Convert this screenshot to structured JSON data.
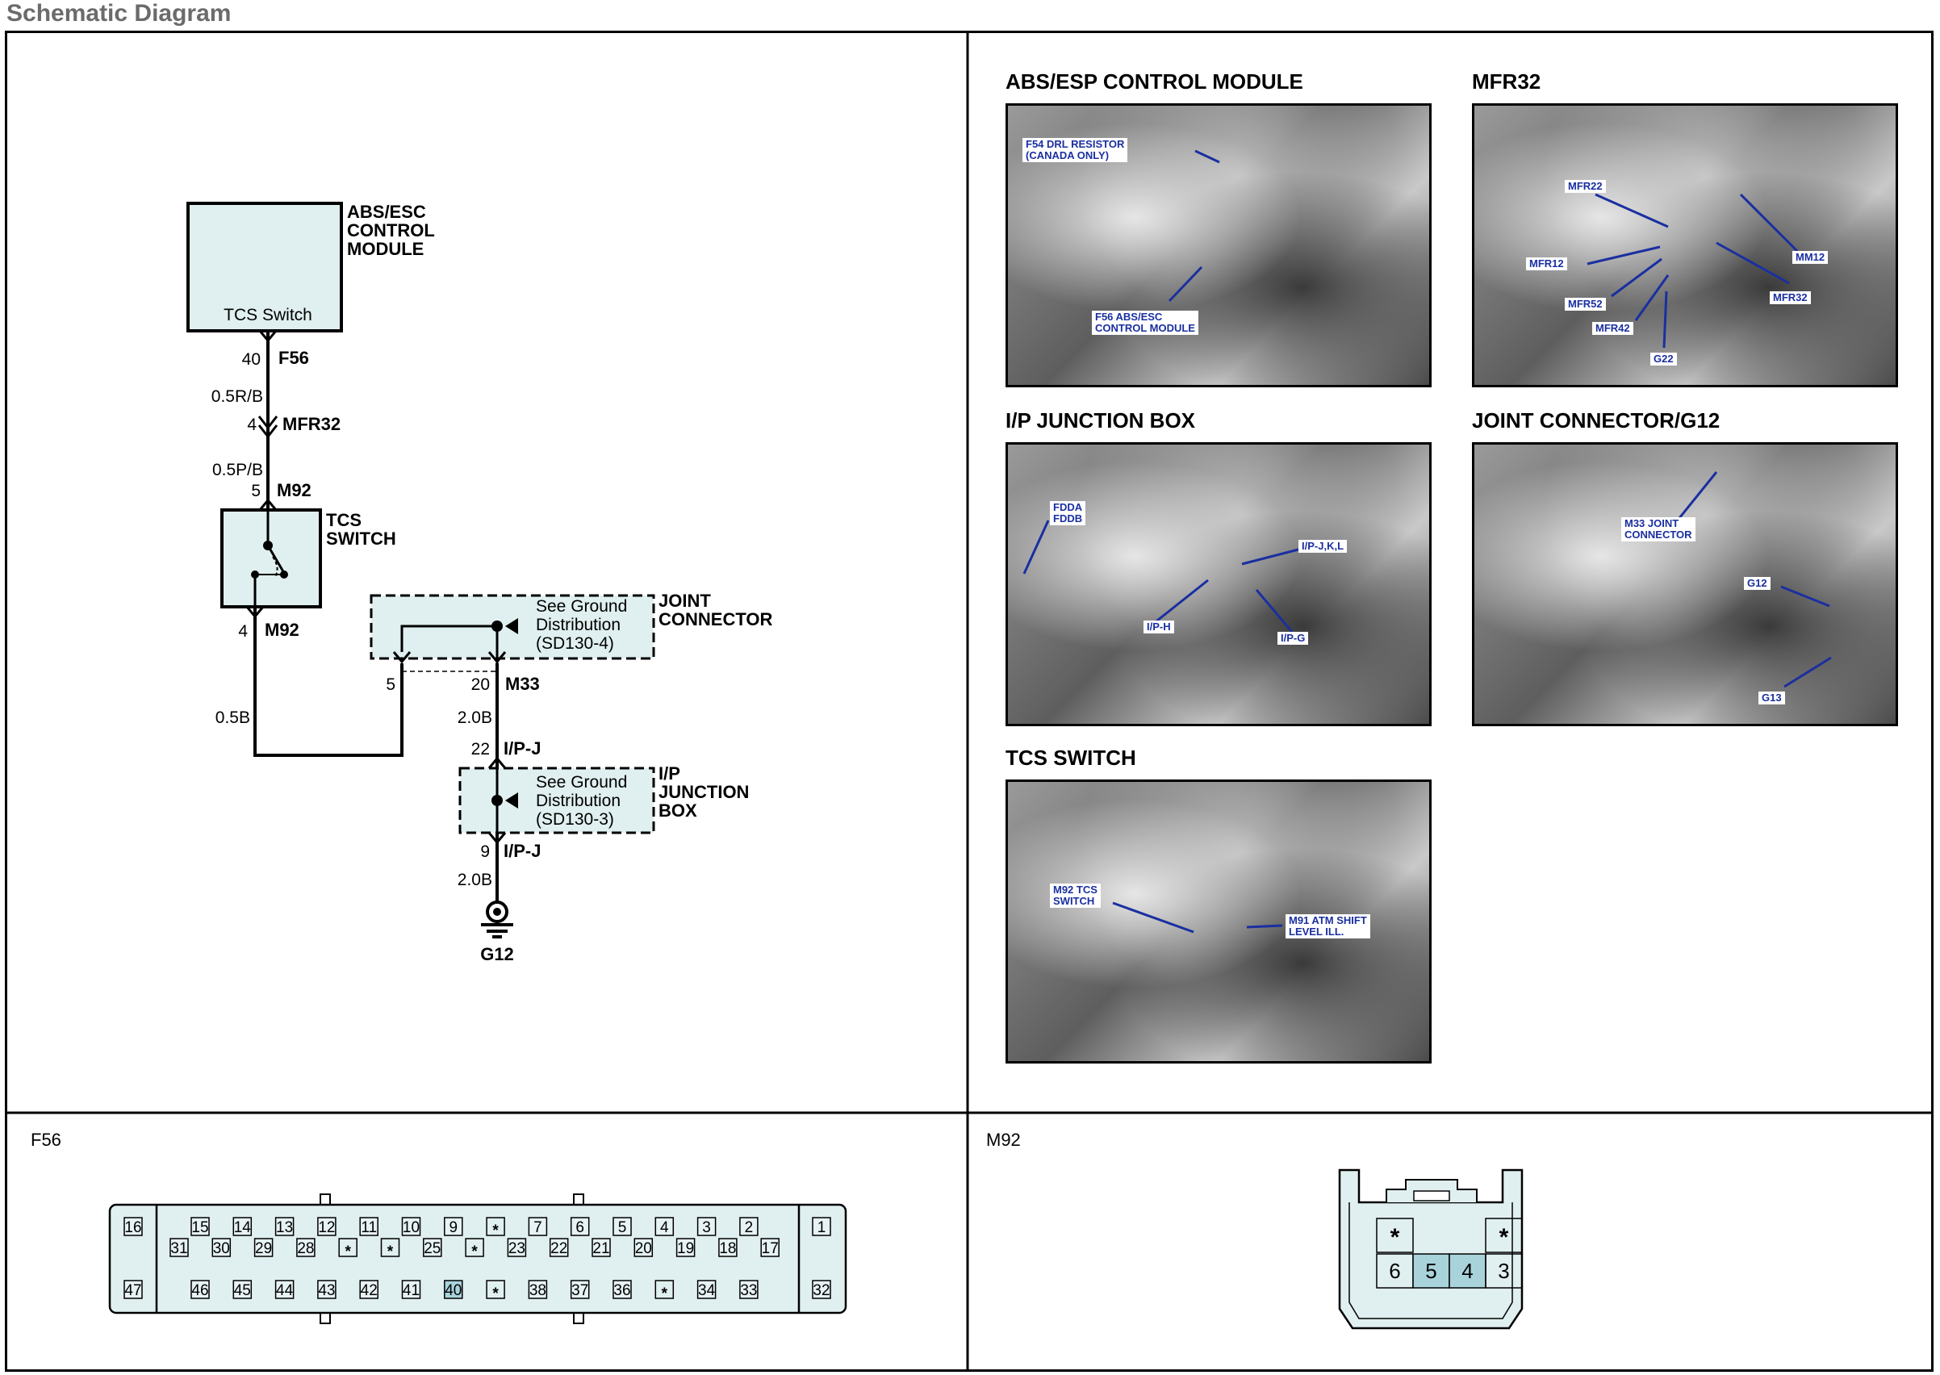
{
  "page_title": "Schematic Diagram",
  "schematic": {
    "abs_module": {
      "name_lines": [
        "ABS/ESC",
        "CONTROL",
        "MODULE"
      ],
      "inner_label": "TCS Switch",
      "pin": "40",
      "connector": "F56"
    },
    "wire_1": {
      "spec": "0.5R/B"
    },
    "mfr32": {
      "pin": "4",
      "connector": "MFR32"
    },
    "wire_2": {
      "spec": "0.5P/B"
    },
    "m92_top": {
      "pin": "5",
      "connector": "M92"
    },
    "tcs_switch": {
      "name_lines": [
        "TCS",
        "SWITCH"
      ]
    },
    "m92_bottom": {
      "pin": "4",
      "connector": "M92"
    },
    "wire_3": {
      "spec": "0.5B"
    },
    "joint_connector": {
      "name_lines": [
        "JOINT",
        "CONNECTOR"
      ],
      "ref_lines": [
        "See Ground",
        "Distribution",
        "(SD130-4)"
      ],
      "pin_left": "5",
      "pin_right": "20",
      "connector": "M33"
    },
    "wire_4": {
      "spec": "2.0B"
    },
    "ipj_top": {
      "pin": "22",
      "connector": "I/P-J"
    },
    "ip_junction_box": {
      "name_lines": [
        "I/P",
        "JUNCTION",
        "BOX"
      ],
      "ref_lines": [
        "See Ground",
        "Distribution",
        "(SD130-3)"
      ]
    },
    "ipj_bottom": {
      "pin": "9",
      "connector": "I/P-J"
    },
    "wire_5": {
      "spec": "2.0B"
    },
    "ground": {
      "label": "G12"
    }
  },
  "photos": [
    {
      "title": "ABS/ESP CONTROL MODULE",
      "labels": [
        "F54 DRL RESISTOR\n(CANADA ONLY)",
        "F56 ABS/ESC\nCONTROL MODULE"
      ]
    },
    {
      "title": "MFR32",
      "labels": [
        "MFR22",
        "MFR12",
        "MFR52",
        "MFR42",
        "G22",
        "MM12",
        "MFR32"
      ]
    },
    {
      "title": "I/P JUNCTION BOX",
      "labels": [
        "FDDA\nFDDB",
        "I/P-J,K,L",
        "I/P-H",
        "I/P-G"
      ]
    },
    {
      "title": "JOINT CONNECTOR/G12",
      "labels": [
        "M33 JOINT\nCONNECTOR",
        "G12",
        "G13"
      ]
    },
    {
      "title": "TCS SWITCH",
      "labels": [
        "M92 TCS\nSWITCH",
        "M91 ATM SHIFT\nLEVEL ILL."
      ]
    }
  ],
  "connectors": {
    "f56": {
      "title": "F56",
      "left_top": "16",
      "left_bottom": "47",
      "right_top": "1",
      "right_bottom": "32",
      "row_top": [
        "15",
        "14",
        "13",
        "12",
        "11",
        "10",
        "9",
        "*",
        "7",
        "6",
        "5",
        "4",
        "3",
        "2"
      ],
      "row_middle": [
        "31",
        "30",
        "29",
        "28",
        "*",
        "*",
        "25",
        "*",
        "23",
        "22",
        "21",
        "20",
        "19",
        "18",
        "17"
      ],
      "row_bottom": [
        "46",
        "45",
        "44",
        "43",
        "42",
        "41",
        "40",
        "*",
        "38",
        "37",
        "36",
        "*",
        "34",
        "33"
      ],
      "highlight_pin": "40",
      "highlight_color": "#a9d3db"
    },
    "m92": {
      "title": "M92",
      "row_top": [
        "*",
        "",
        "",
        "*"
      ],
      "row_bottom": [
        "6",
        "5",
        "4",
        "3"
      ],
      "highlight_pins": [
        "5",
        "4"
      ],
      "highlight_color": "#a9d3db"
    }
  },
  "colors": {
    "component_fill": "#e0efef",
    "pin_fill": "#e6f2f4",
    "photo_label_text": "#1a2fa0",
    "arrow": "#1a2fa0"
  }
}
